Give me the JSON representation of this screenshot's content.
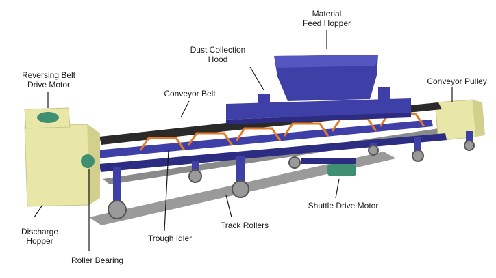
{
  "labels": {
    "feed_hopper": [
      "Material",
      "Feed Hopper"
    ],
    "dust_hood": [
      "Dust Collection",
      "Hood"
    ],
    "drive_motor": [
      "Reversing Belt",
      "Drive Motor"
    ],
    "conveyor_belt": "Conveyor Belt",
    "conveyor_pulley": "Conveyor Pulley",
    "discharge_hopper": [
      "Discharge",
      "Hopper"
    ],
    "roller_bearing": "Roller Bearing",
    "trough_idler": "Trough Idler",
    "track_rollers": "Track Rollers",
    "shuttle_motor": "Shuttle Drive Motor"
  },
  "colors": {
    "frame": "#3f3fa8",
    "frame_dark": "#2c2c82",
    "belt": "#2a2a2a",
    "idler": "#e07b2a",
    "hopper_box": "#e9e7a8",
    "rail": "#8c8c8c",
    "motor": "#3f8f72",
    "wheel": "#9a9a9a"
  }
}
